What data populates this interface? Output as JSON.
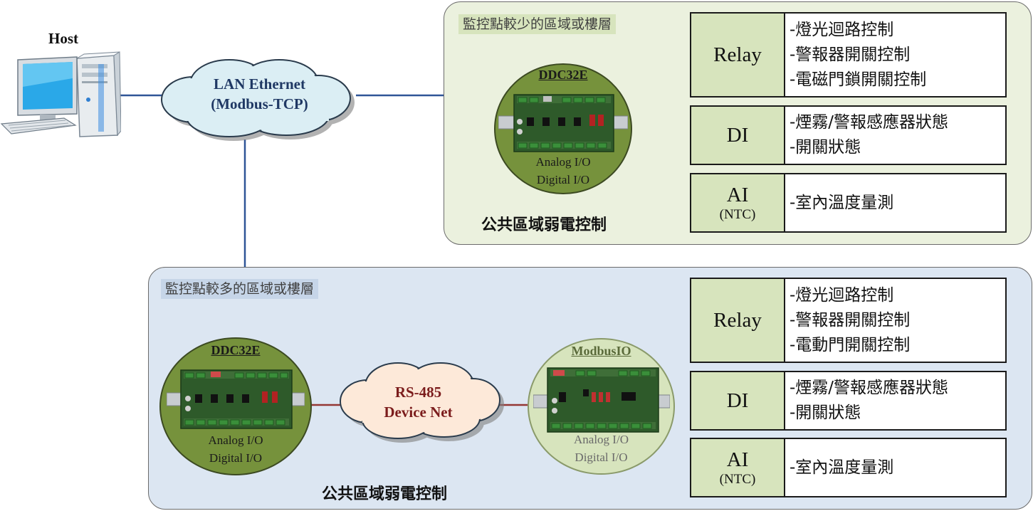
{
  "host": {
    "label": "Host"
  },
  "lan_cloud": {
    "line1": "LAN Ethernet",
    "line2": "(Modbus-TCP)"
  },
  "top_region": {
    "label": "監控點較少的區域或樓層",
    "device": {
      "name": "DDC32E",
      "sub1": "Analog I/O",
      "sub2": "Digital I/O"
    },
    "caption": "公共區域弱電控制",
    "table": [
      {
        "key": "Relay",
        "key_sub": "",
        "values": [
          "-燈光迴路控制",
          "-警報器開關控制",
          "-電磁門鎖開關控制"
        ]
      },
      {
        "key": "DI",
        "key_sub": "",
        "values": [
          "-煙霧/警報感應器狀態",
          "-開關狀態"
        ]
      },
      {
        "key": "AI",
        "key_sub": "(NTC)",
        "values": [
          "-室內溫度量測"
        ]
      }
    ]
  },
  "bottom_region": {
    "label": "監控點較多的區域或樓層",
    "device_left": {
      "name": "DDC32E",
      "sub1": "Analog I/O",
      "sub2": "Digital I/O"
    },
    "rs485_cloud": {
      "line1": "RS-485",
      "line2": "Device Net"
    },
    "device_right": {
      "name": "ModbusIO",
      "sub1": "Analog I/O",
      "sub2": "Digital I/O"
    },
    "caption": "公共區域弱電控制",
    "table": [
      {
        "key": "Relay",
        "key_sub": "",
        "values": [
          "-燈光迴路控制",
          "-警報器開關控制",
          "-電動門開關控制"
        ]
      },
      {
        "key": "DI",
        "key_sub": "",
        "values": [
          "-煙霧/警報感應器狀態",
          "-開關狀態"
        ]
      },
      {
        "key": "AI",
        "key_sub": "(NTC)",
        "values": [
          "-室內溫度量測"
        ]
      }
    ]
  },
  "colors": {
    "ethernet_line": "#2f5597",
    "rs485_line": "#943634",
    "lan_cloud_fill": "#dbeef4",
    "rs485_cloud_fill": "#fde9d9"
  }
}
